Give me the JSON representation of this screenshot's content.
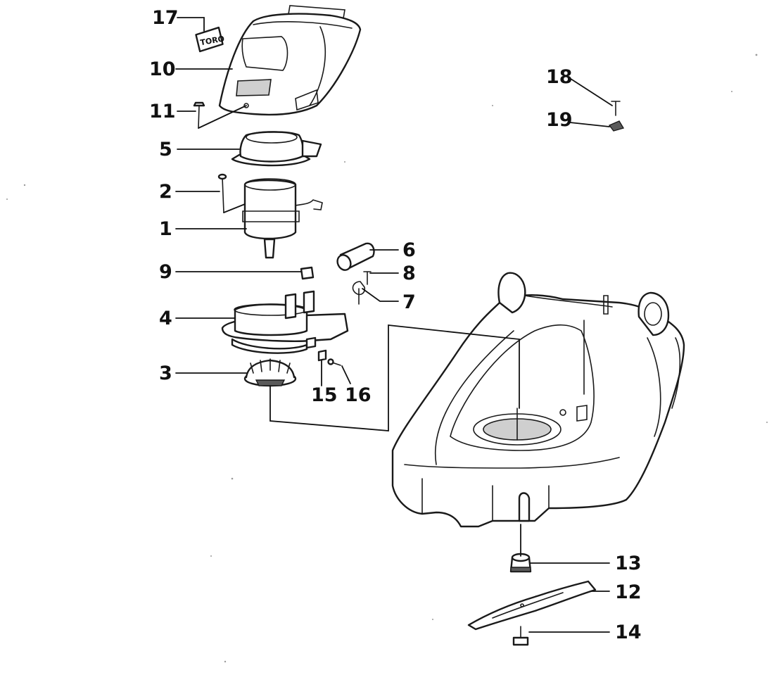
{
  "logo_text": "TORO",
  "callouts": [
    {
      "id": "c17",
      "label": "17"
    },
    {
      "id": "c10",
      "label": "10"
    },
    {
      "id": "c11",
      "label": "11"
    },
    {
      "id": "c5",
      "label": "5"
    },
    {
      "id": "c2",
      "label": "2"
    },
    {
      "id": "c1",
      "label": "1"
    },
    {
      "id": "c9",
      "label": "9"
    },
    {
      "id": "c4",
      "label": "4"
    },
    {
      "id": "c3",
      "label": "3"
    },
    {
      "id": "c15",
      "label": "15"
    },
    {
      "id": "c16",
      "label": "16"
    },
    {
      "id": "c6",
      "label": "6"
    },
    {
      "id": "c8",
      "label": "8"
    },
    {
      "id": "c7",
      "label": "7"
    },
    {
      "id": "c18",
      "label": "18"
    },
    {
      "id": "c19",
      "label": "19"
    },
    {
      "id": "c13",
      "label": "13"
    },
    {
      "id": "c12",
      "label": "12"
    },
    {
      "id": "c14",
      "label": "14"
    }
  ]
}
